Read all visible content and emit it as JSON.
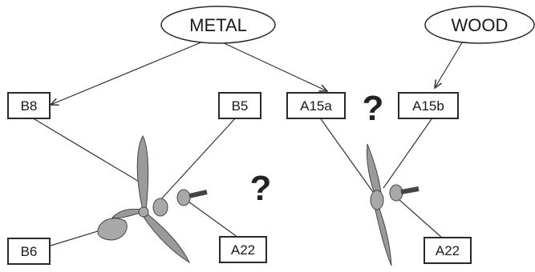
{
  "materials": {
    "metal": "METAL",
    "wood": "WOOD"
  },
  "left_labels": {
    "b8": "B8",
    "b5": "B5",
    "b6": "B6",
    "a22": "A22"
  },
  "right_labels": {
    "a15a": "A15a",
    "a15b": "A15b",
    "a22": "A22"
  },
  "question_marks": {
    "top": "?",
    "middle": "?"
  }
}
